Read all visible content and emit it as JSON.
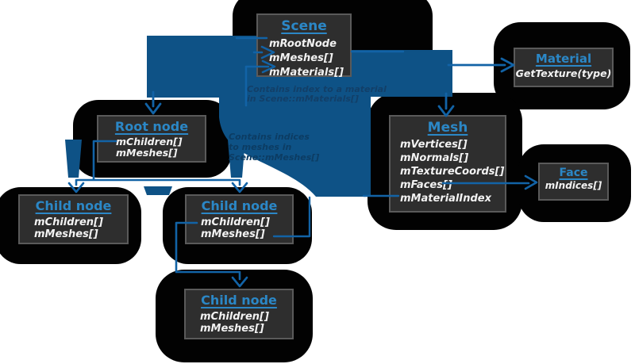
{
  "diagram": {
    "boxes": [
      {
        "id": "scene",
        "title": "Scene",
        "members": [
          "mRootNode",
          "mMeshes[]",
          "mMaterials[]"
        ]
      },
      {
        "id": "material",
        "title": "Material",
        "members": [
          "GetTexture(type)"
        ]
      },
      {
        "id": "mesh",
        "title": "Mesh",
        "members": [
          "mVertices[]",
          "mNormals[]",
          "mTextureCoords[]",
          "mFaces[]",
          "mMaterialIndex"
        ]
      },
      {
        "id": "face",
        "title": "Face",
        "members": [
          "mIndices[]"
        ]
      },
      {
        "id": "root",
        "title": "Root node",
        "members": [
          "mChildren[]",
          "mMeshes[]"
        ]
      },
      {
        "id": "child1",
        "title": "Child node",
        "members": [
          "mChildren[]",
          "mMeshes[]"
        ]
      },
      {
        "id": "child2",
        "title": "Child node",
        "members": [
          "mChildren[]",
          "mMeshes[]"
        ]
      },
      {
        "id": "child3",
        "title": "Child node",
        "members": [
          "mChildren[]",
          "mMeshes[]"
        ]
      }
    ],
    "annotations": {
      "material_index": {
        "line1": "Contains index to a material",
        "line2": "in Scene::mMaterials[]"
      },
      "mesh_index": {
        "line1": "Contains indices",
        "line2": "to meshes in",
        "line3": "Scene::mMeshes[]"
      }
    },
    "colors": {
      "arrow_blue": "#0e5286",
      "connector_blue": "#1263a6",
      "title_blue": "#2b87c6",
      "box_fill": "#2e2e2e",
      "box_border": "#5a5a5a",
      "member_text": "#f2f2f2",
      "annotation_text": "#123f68",
      "blob_black": "#020202"
    }
  }
}
